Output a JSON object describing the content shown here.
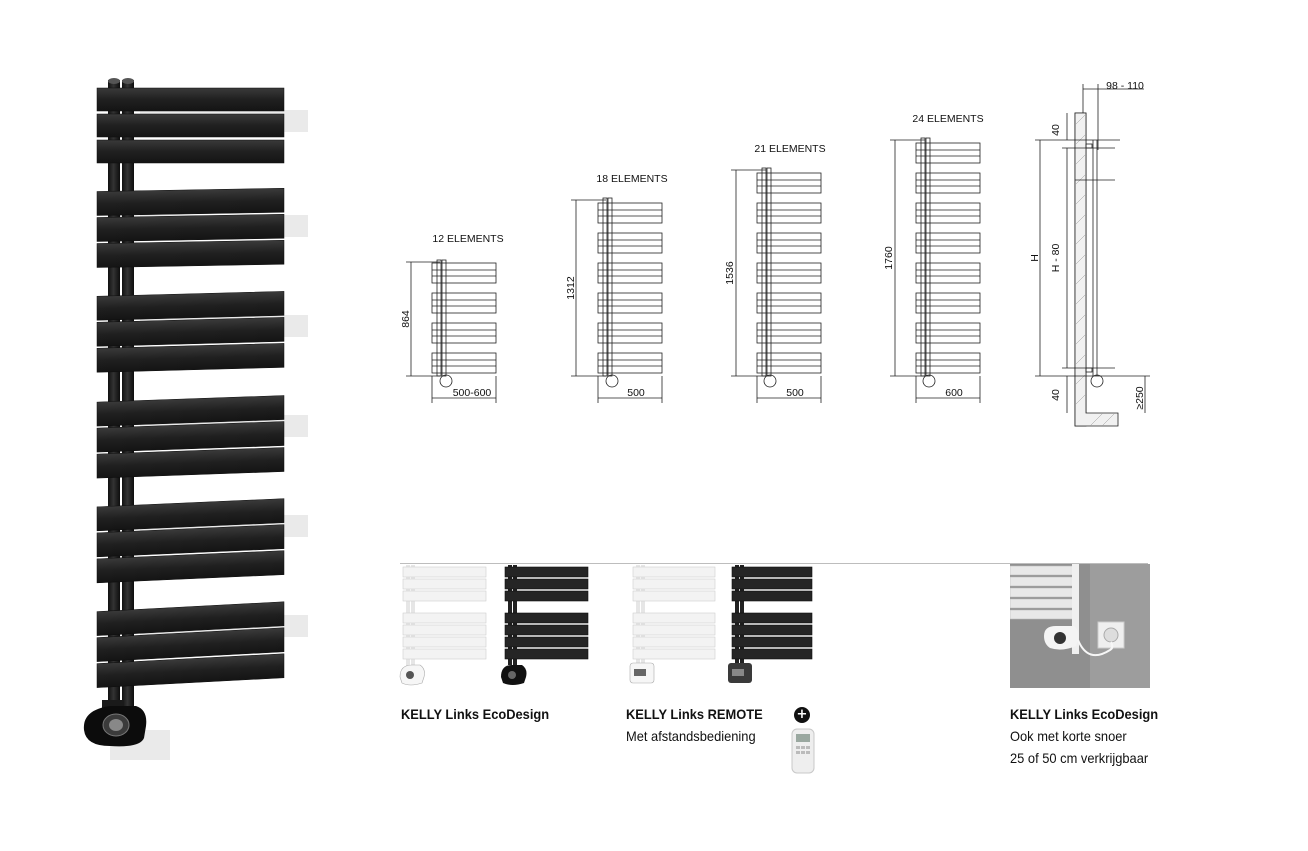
{
  "diagrams": [
    {
      "label": "12 ELEMENTS",
      "height": "864",
      "width": "500-600"
    },
    {
      "label": "18 ELEMENTS",
      "height": "1312",
      "width": "500"
    },
    {
      "label": "21 ELEMENTS",
      "height": "1536",
      "width": "500"
    },
    {
      "label": "24 ELEMENTS",
      "height": "1760",
      "width": "600"
    }
  ],
  "side_view": {
    "depth": "98 - 110",
    "top_gap": "40",
    "bottom_gap": "40",
    "height": "H",
    "inner_height": "H - 80",
    "floor_clearance": "≥250"
  },
  "variants": [
    {
      "title": "KELLY Links EcoDesign",
      "lines": []
    },
    {
      "title": "KELLY Links REMOTE",
      "lines": [
        "Met afstandsbediening"
      ],
      "plus_icon": "+"
    },
    {
      "title": "KELLY Links EcoDesign",
      "lines": [
        "Ook met korte snoer",
        "25 of 50 cm verkrijgbaar"
      ]
    }
  ],
  "colors": {
    "radiator_black": "#262626",
    "radiator_white": "#f2f2f2",
    "line": "#222222",
    "divider": "#bdbdbd"
  }
}
